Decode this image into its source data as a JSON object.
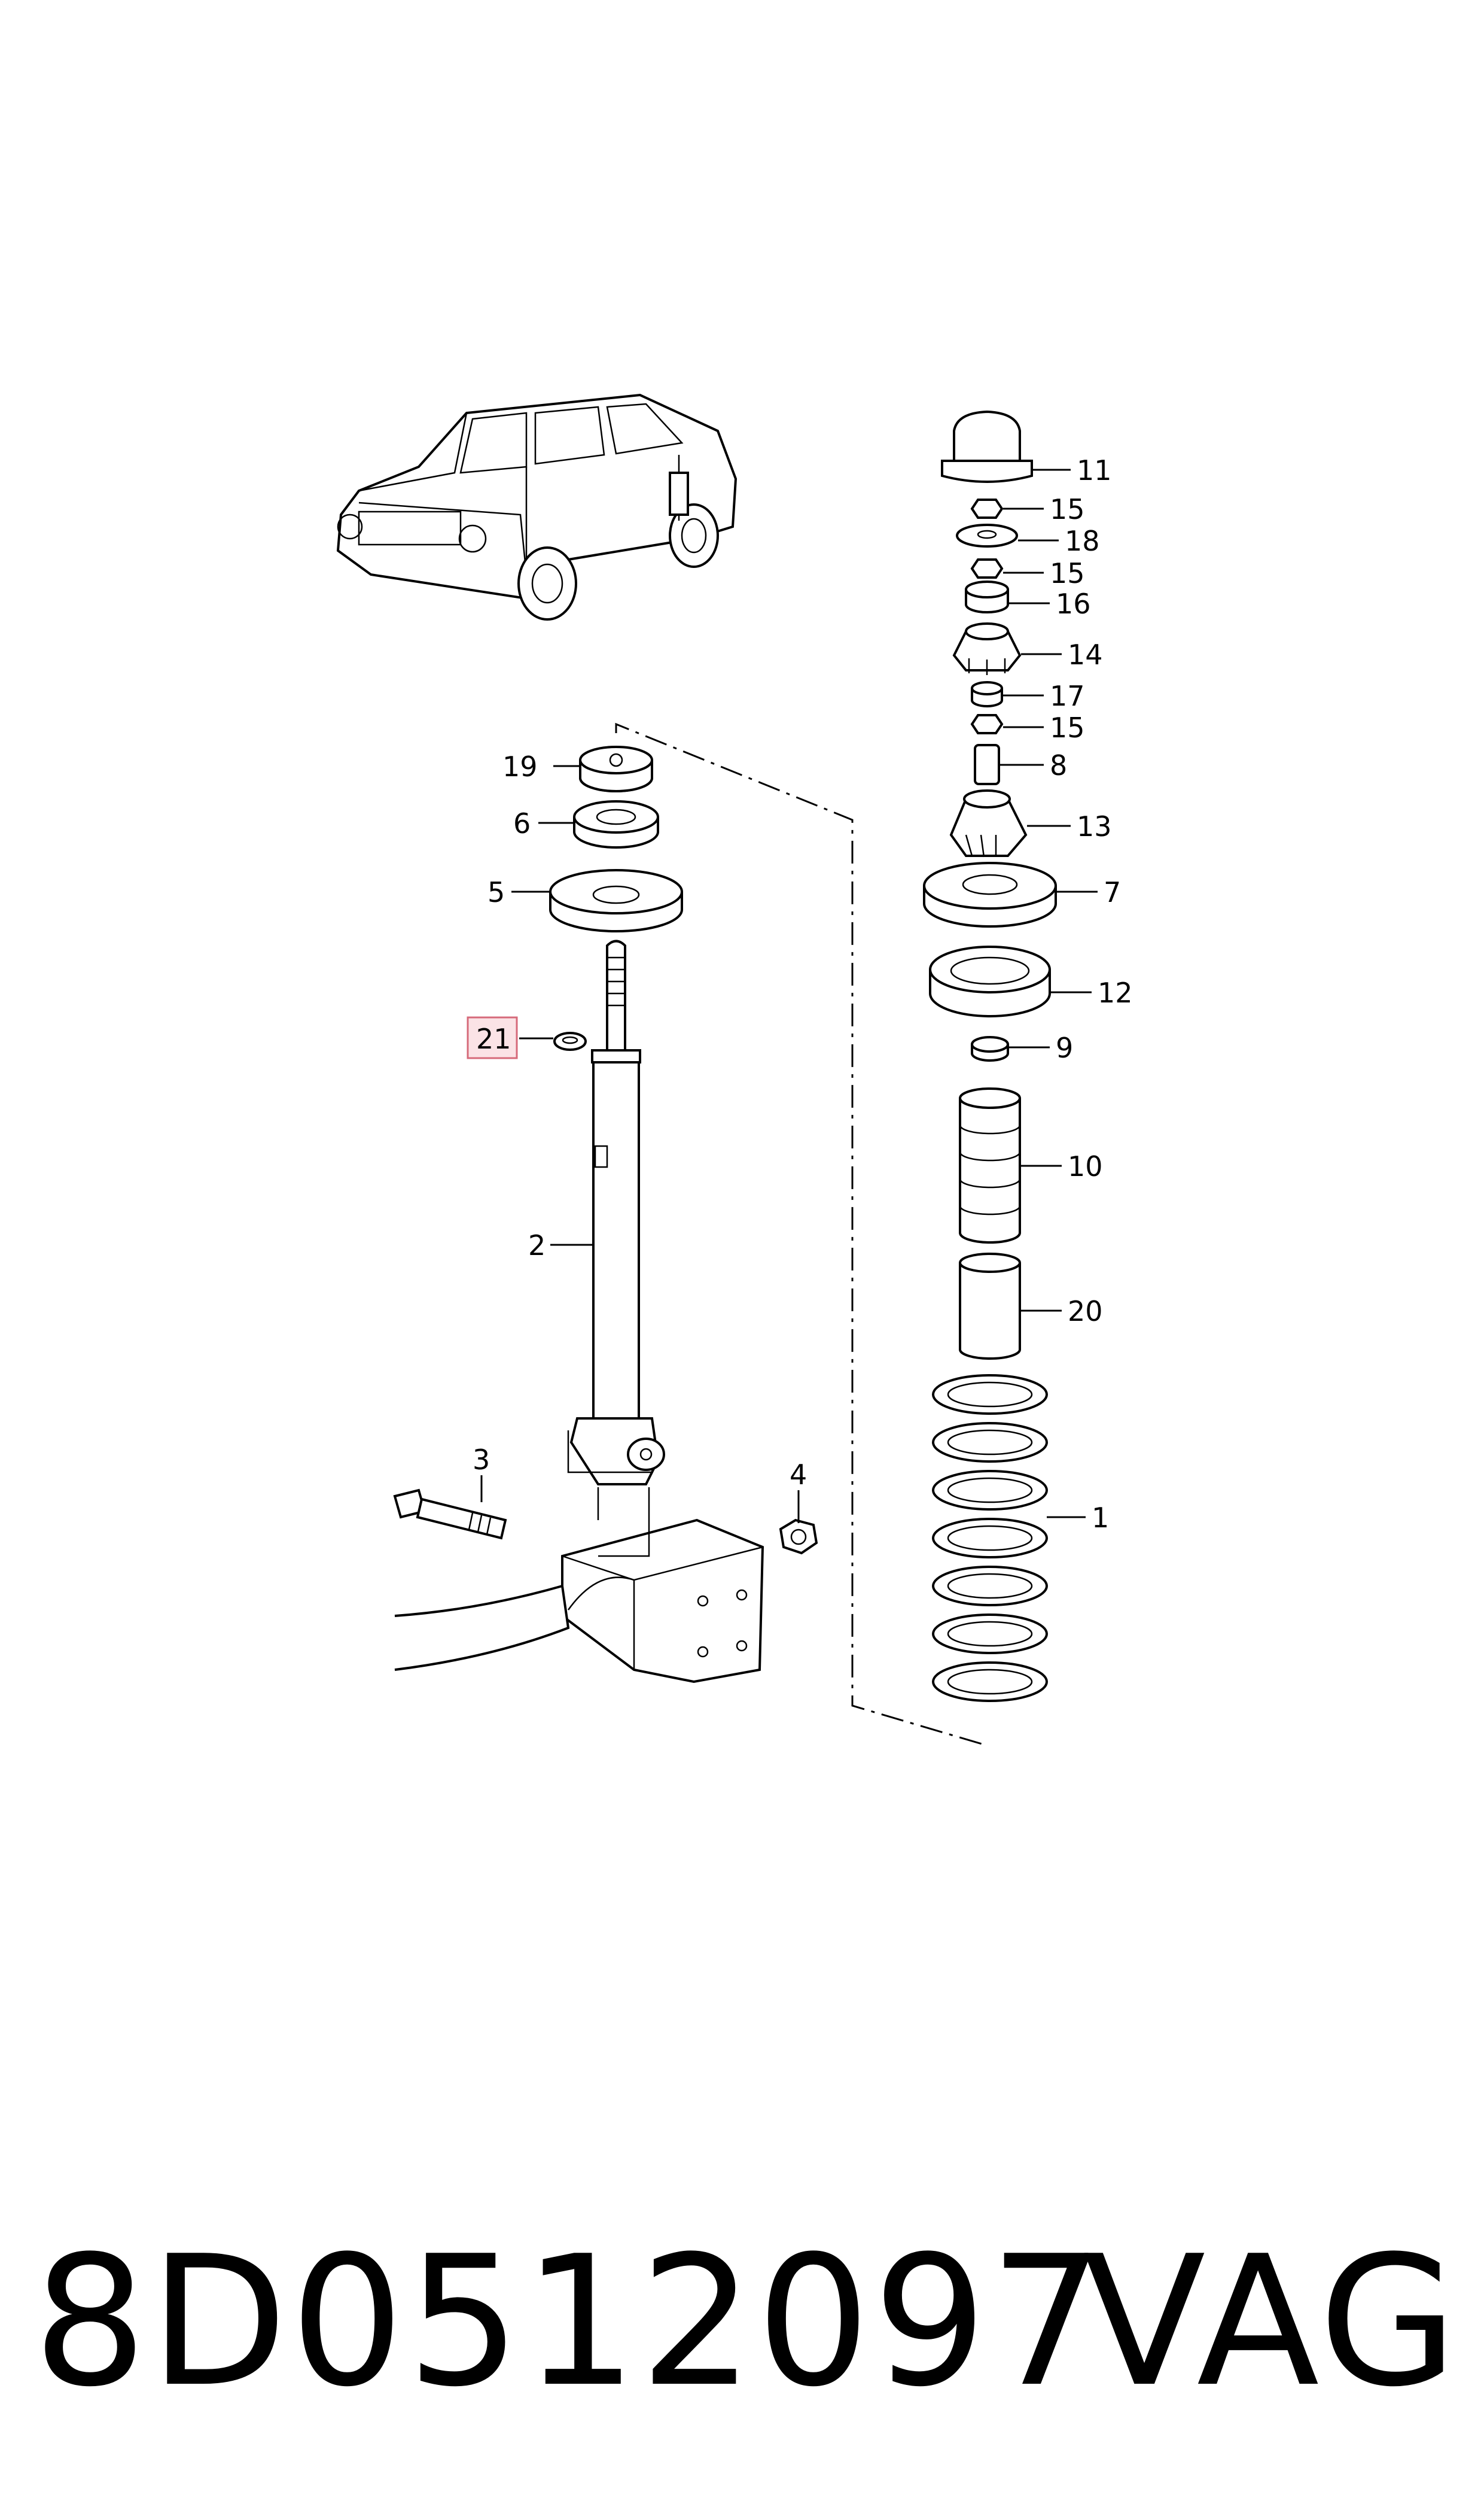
{
  "callouts": {
    "c1": "1",
    "c2": "2",
    "c3": "3",
    "c4": "4",
    "c5": "5",
    "c6": "6",
    "c7": "7",
    "c8": "8",
    "c9": "9",
    "c10": "10",
    "c11": "11",
    "c12": "12",
    "c13": "13",
    "c14": "14",
    "c15a": "15",
    "c15b": "15",
    "c15c": "15",
    "c16": "16",
    "c17": "17",
    "c18": "18",
    "c19": "19",
    "c20": "20",
    "c21": "21"
  },
  "highlight": {
    "part": "21",
    "color": "#fbe3e6",
    "border": "#d66a7a"
  },
  "footer": {
    "part_number": "8D0512097",
    "brand": "VAG"
  }
}
